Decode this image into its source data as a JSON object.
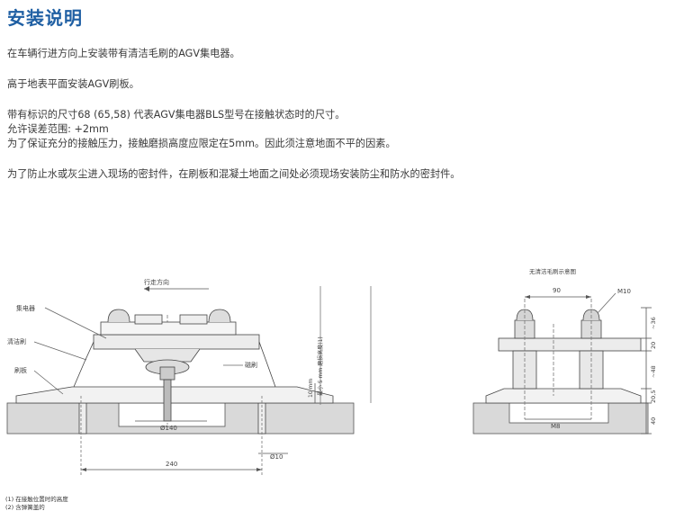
{
  "page": {
    "title": "安装说明",
    "paragraphs": [
      "在车辆行进方向上安装带有清洁毛刷的AGV集电器。",
      "高于地表平面安装AGV刷板。",
      "带有标识的尺寸68 (65,58) 代表AGV集电器BLS型号在接触状态时的尺寸。",
      "允许误差范围: +2mm",
      "为了保证充分的接触压力，接触磨损高度应限定在5mm。因此须注意地面不平的因素。",
      "为了防止水或灰尘进入现场的密封件，在刷板和混凝土地面之间处必须现场安装防尘和防水的密封件。"
    ]
  },
  "figure_left": {
    "direction_label": "行走方向",
    "label_collector": "集电器",
    "label_brush": "清洁刷",
    "label_plate": "刷板",
    "label_magnet": "磁刷",
    "dim_vertical_1": "10 mm",
    "dim_vertical_2": "最小 5 mm 磨损高度(1)",
    "dim_phi140": "Ø140",
    "dim_240": "240",
    "dim_phi10": "Ø10"
  },
  "figure_right": {
    "caption": "无清洁毛刷示意图",
    "dim_90": "90",
    "dim_m10": "M10",
    "dim_36": "~36",
    "dim_20": "20",
    "dim_48": "~48",
    "dim_20_5": "20,5",
    "dim_40": "40",
    "dim_m8": "M8"
  },
  "footnotes": [
    "(1) 在接触位置时的高度",
    "(2) 含弹簧盖的"
  ],
  "colors": {
    "title": "#1f5fa3",
    "concrete": "#d9d9d9",
    "line": "#444444",
    "dim": "#555555"
  }
}
